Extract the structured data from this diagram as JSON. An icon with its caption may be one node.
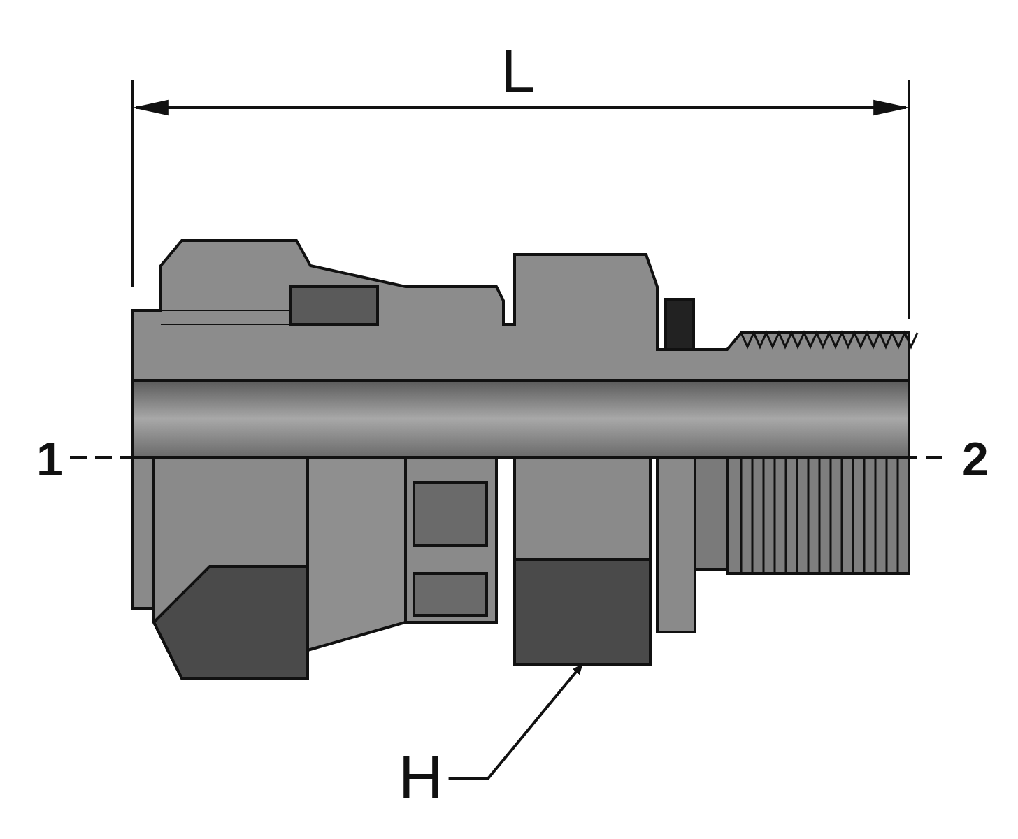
{
  "diagram": {
    "nodes": [
      {
        "text": [
          "H"
        ]
      },
      {
        "text": [],
        "shape": "box"
      }
    ],
    "edges": [
      {
        "from": 0,
        "to": 1,
        "arrow": "to"
      }
    ],
    "labels": [
      "L",
      "1",
      "2"
    ]
  }
}
